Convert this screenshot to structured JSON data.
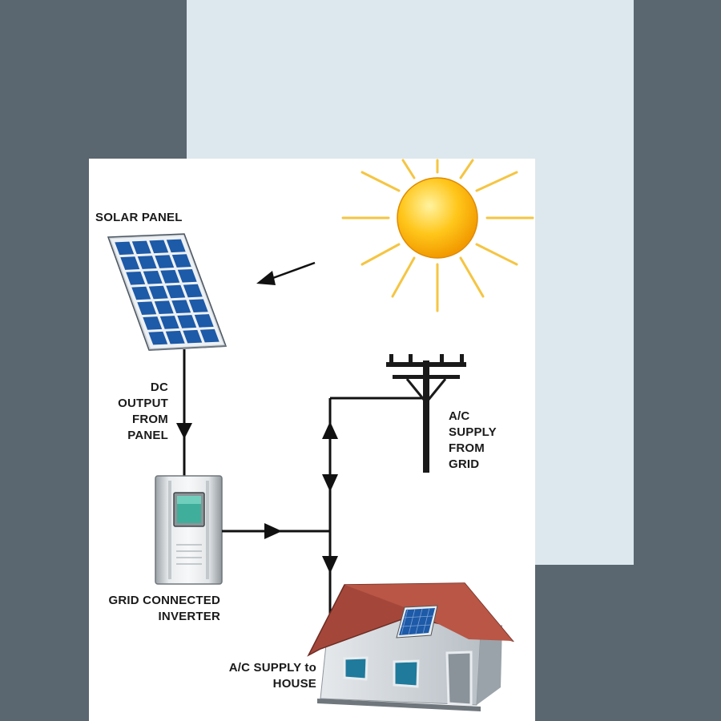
{
  "labels": {
    "solar_panel": "SOLAR PANEL",
    "dc_output": [
      "DC",
      "OUTPUT",
      "FROM",
      "PANEL"
    ],
    "ac_supply_grid": [
      "A/C",
      "SUPPLY",
      "FROM",
      "GRID"
    ],
    "inverter": [
      "GRID CONNECTED",
      "INVERTER"
    ],
    "ac_supply_house": [
      "A/C SUPPLY to",
      "HOUSE"
    ]
  },
  "colors": {
    "background_dark": "#5a6670",
    "background_light": "#dde8ee",
    "card": "#ffffff",
    "sun": "#f7b500",
    "sun_rays": "#f5c542",
    "panel_cell": "#1d5aa8",
    "wire": "#111111",
    "roof": "#a4473a",
    "house_wall": "#cfd5da"
  },
  "icons": {
    "sun": "sun-icon",
    "solar_panel": "solar-panel-icon",
    "utility_pole": "utility-pole-icon",
    "inverter": "inverter-icon",
    "house": "house-icon"
  }
}
